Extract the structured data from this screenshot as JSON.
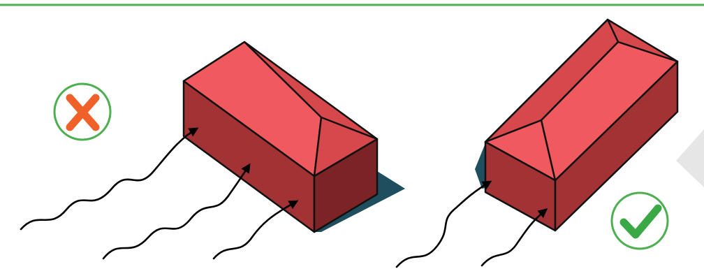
{
  "colors": {
    "top_rule": "#4caf50",
    "roof_light": "#f05a5f",
    "roof_mid": "#d7484d",
    "wall_front": "#a33235",
    "wall_side": "#7c2326",
    "shadow": "#1f4f5e",
    "outline": "#111111",
    "arrow": "#000000",
    "badge_ring": "#4caf50",
    "cross": "#f0612a",
    "check": "#3aa845",
    "corner_shape": "#e6e6e6"
  },
  "icons": {
    "incorrect": "cross-icon",
    "correct": "check-icon"
  },
  "panels": [
    {
      "name": "incorrect-orientation",
      "status": "incorrect",
      "arrow_count": 3
    },
    {
      "name": "correct-orientation",
      "status": "correct",
      "arrow_count": 2
    }
  ]
}
